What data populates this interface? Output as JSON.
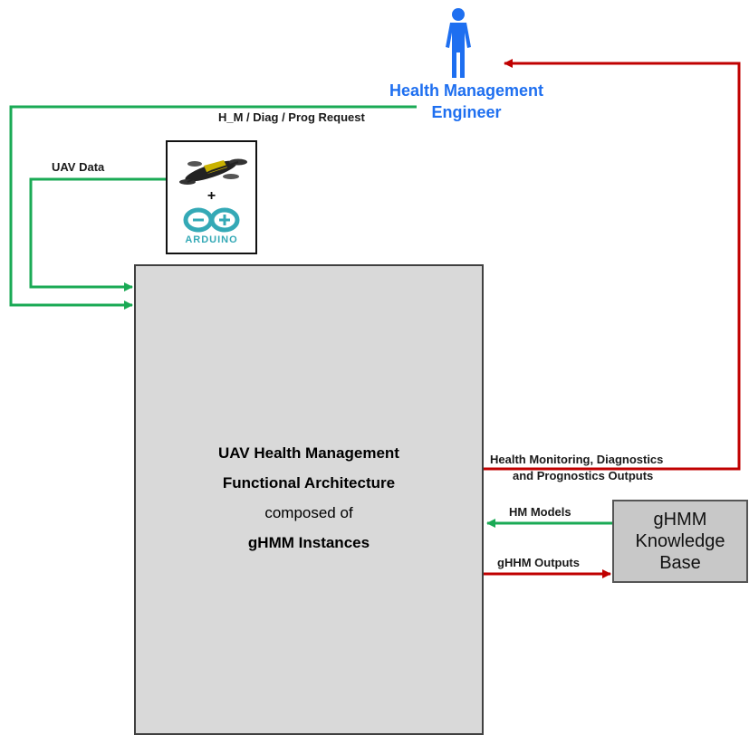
{
  "engineer": {
    "line1": "Health Management",
    "line2": "Engineer"
  },
  "labels": {
    "request": "H_M / Diag / Prog Request",
    "uav_data": "UAV Data",
    "hm_outputs_line1": "Health Monitoring, Diagnostics",
    "hm_outputs_line2": "and Prognostics  Outputs",
    "hm_models": "HM Models",
    "ghhm_outputs": "gHHM Outputs"
  },
  "main_box": {
    "line1": "UAV Health Management",
    "line2": "Functional Architecture",
    "line3": "composed of",
    "line4": "gHMM Instances"
  },
  "knowledge_base": {
    "line1": "gHMM",
    "line2": "Knowledge",
    "line3": "Base"
  },
  "device": {
    "plus": "+",
    "logo_text": "ARDUINO"
  },
  "colors": {
    "green_arrow": "#1aaa55",
    "red_arrow": "#c00000",
    "engineer_blue": "#1e6ff0"
  },
  "icons": {
    "person": "person-icon",
    "drone": "drone-icon",
    "arduino": "arduino-logo-icon"
  }
}
